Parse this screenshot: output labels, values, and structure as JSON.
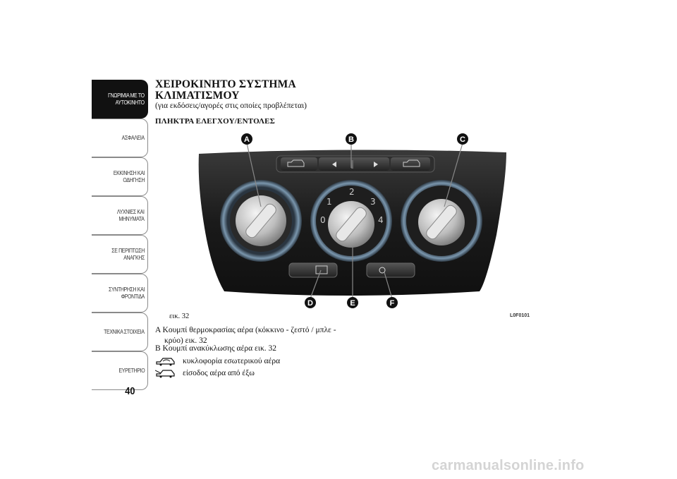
{
  "sidebar": {
    "tabs": [
      {
        "label": "ΓΝΩΡΙΜΙΑ ΜΕ ΤΟ\nΑΥΤΟΚΙΝΗΤΟ",
        "active": true
      },
      {
        "label": "ΑΣΦΑΛΕΙΑ",
        "active": false
      },
      {
        "label": "ΕΚΚΙΝΗΣΗ ΚΑΙ\nΟΔΗΓΗΣΗ",
        "active": false
      },
      {
        "label": "ΛΥΧΝΙΕΣ ΚΑΙ\nΜΗΝΥΜΑΤΑ",
        "active": false
      },
      {
        "label": "ΣΕ ΠΕΡΙΠΤΩΣΗ\nΑΝΑΓΚΗΣ",
        "active": false
      },
      {
        "label": "ΣΥΝΤΗΡΗΣΗ ΚΑΙ\nΦΡΟΝΤΙΔΑ",
        "active": false
      },
      {
        "label": "ΤΕΧΝΙΚΑ ΣΤΟΙΧΕΙΑ",
        "active": false
      },
      {
        "label": "ΕΥΡΕΤΗΡΙΟ",
        "active": false
      }
    ]
  },
  "page_number": "40",
  "title": "ΧΕΙΡΟΚΙΝΗΤΟ ΣΥΣΤΗΜΑ ΚΛΙΜΑΤΙΣΜΟΥ",
  "subtitle": "(για εκδόσεις/αγορές στις οποίες προβλέπεται)",
  "section_heading": "ΠΛΗΚΤΡΑ ΕΛΕΓΧΟΥ/ΕΝΤΟΛΕΣ",
  "figure": {
    "caption": "εικ. 32",
    "code": "L0F0101",
    "callouts": [
      "A",
      "B",
      "C",
      "D",
      "E",
      "F"
    ],
    "fan_scale": [
      "0",
      "1",
      "2",
      "3",
      "4"
    ]
  },
  "items": {
    "a": "A  Κουμπί θερμοκρασίας αέρα (κόκκινο - ζεστό / μπλε - κρύο) εικ. 32",
    "b": "B  Κουμπί ανακύκλωσης αέρα εικ. 32",
    "recirc_text": "κυκλοφορία εσωτερικού αέρα",
    "outside_text": "είσοδος αέρα από έξω"
  },
  "icons": {
    "recirculation": "car-recirculation-icon",
    "outside_air": "car-outside-air-icon"
  },
  "colors": {
    "tab_active": "#111111",
    "panel": "#1b1b1b",
    "knob_ring_blue": "#6f8fa8"
  },
  "watermark": "carmanualsonline.info"
}
